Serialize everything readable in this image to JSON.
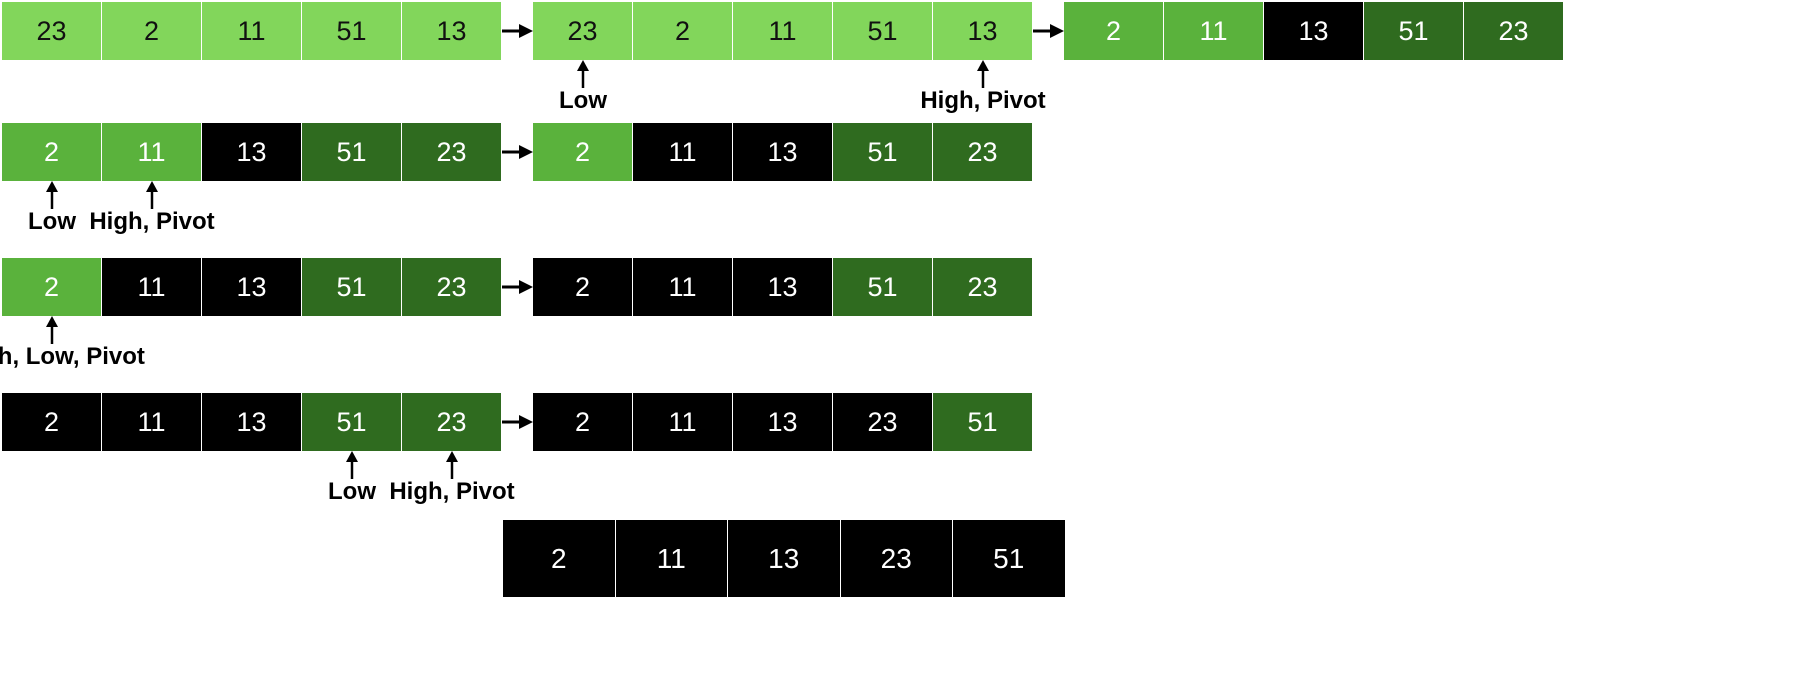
{
  "palette": {
    "unsorted": "#82d65b",
    "active": "#5ab23c",
    "greater": "#2f6b1f",
    "sorted": "#000000",
    "dark_text": "#111111",
    "light_text": "#ffffff"
  },
  "rows": [
    {
      "arrays": [
        {
          "cells": [
            {
              "value": "23",
              "state": "unsorted"
            },
            {
              "value": "2",
              "state": "unsorted"
            },
            {
              "value": "11",
              "state": "unsorted"
            },
            {
              "value": "51",
              "state": "unsorted"
            },
            {
              "value": "13",
              "state": "unsorted"
            }
          ],
          "markers": []
        },
        {
          "cells": [
            {
              "value": "23",
              "state": "unsorted"
            },
            {
              "value": "2",
              "state": "unsorted"
            },
            {
              "value": "11",
              "state": "unsorted"
            },
            {
              "value": "51",
              "state": "unsorted"
            },
            {
              "value": "13",
              "state": "unsorted"
            }
          ],
          "markers": [
            {
              "cell": 0,
              "label": "Low"
            },
            {
              "cell": 4,
              "label": "High, Pivot"
            }
          ]
        },
        {
          "cells": [
            {
              "value": "2",
              "state": "active"
            },
            {
              "value": "11",
              "state": "active"
            },
            {
              "value": "13",
              "state": "sorted"
            },
            {
              "value": "51",
              "state": "greater"
            },
            {
              "value": "23",
              "state": "greater"
            }
          ],
          "markers": []
        }
      ]
    },
    {
      "arrays": [
        {
          "cells": [
            {
              "value": "2",
              "state": "active"
            },
            {
              "value": "11",
              "state": "active"
            },
            {
              "value": "13",
              "state": "sorted"
            },
            {
              "value": "51",
              "state": "greater"
            },
            {
              "value": "23",
              "state": "greater"
            }
          ],
          "markers": [
            {
              "cell": 0,
              "label": "Low"
            },
            {
              "cell": 1,
              "label": "High, Pivot"
            }
          ]
        },
        {
          "cells": [
            {
              "value": "2",
              "state": "active"
            },
            {
              "value": "11",
              "state": "sorted"
            },
            {
              "value": "13",
              "state": "sorted"
            },
            {
              "value": "51",
              "state": "greater"
            },
            {
              "value": "23",
              "state": "greater"
            }
          ],
          "markers": []
        }
      ]
    },
    {
      "arrays": [
        {
          "cells": [
            {
              "value": "2",
              "state": "active"
            },
            {
              "value": "11",
              "state": "sorted"
            },
            {
              "value": "13",
              "state": "sorted"
            },
            {
              "value": "51",
              "state": "greater"
            },
            {
              "value": "23",
              "state": "greater"
            }
          ],
          "markers": [
            {
              "cell": 0,
              "label": "High, Low, Pivot"
            }
          ]
        },
        {
          "cells": [
            {
              "value": "2",
              "state": "sorted"
            },
            {
              "value": "11",
              "state": "sorted"
            },
            {
              "value": "13",
              "state": "sorted"
            },
            {
              "value": "51",
              "state": "greater"
            },
            {
              "value": "23",
              "state": "greater"
            }
          ],
          "markers": []
        }
      ]
    },
    {
      "arrays": [
        {
          "cells": [
            {
              "value": "2",
              "state": "sorted"
            },
            {
              "value": "11",
              "state": "sorted"
            },
            {
              "value": "13",
              "state": "sorted"
            },
            {
              "value": "51",
              "state": "greater"
            },
            {
              "value": "23",
              "state": "greater"
            }
          ],
          "markers": [
            {
              "cell": 3,
              "label": "Low"
            },
            {
              "cell": 4,
              "label": "High, Pivot"
            }
          ]
        },
        {
          "cells": [
            {
              "value": "2",
              "state": "sorted"
            },
            {
              "value": "11",
              "state": "sorted"
            },
            {
              "value": "13",
              "state": "sorted"
            },
            {
              "value": "23",
              "state": "sorted"
            },
            {
              "value": "51",
              "state": "greater"
            }
          ],
          "markers": []
        }
      ]
    }
  ],
  "final_array": {
    "cells": [
      {
        "value": "2",
        "state": "sorted"
      },
      {
        "value": "11",
        "state": "sorted"
      },
      {
        "value": "13",
        "state": "sorted"
      },
      {
        "value": "23",
        "state": "sorted"
      },
      {
        "value": "51",
        "state": "sorted"
      }
    ]
  }
}
